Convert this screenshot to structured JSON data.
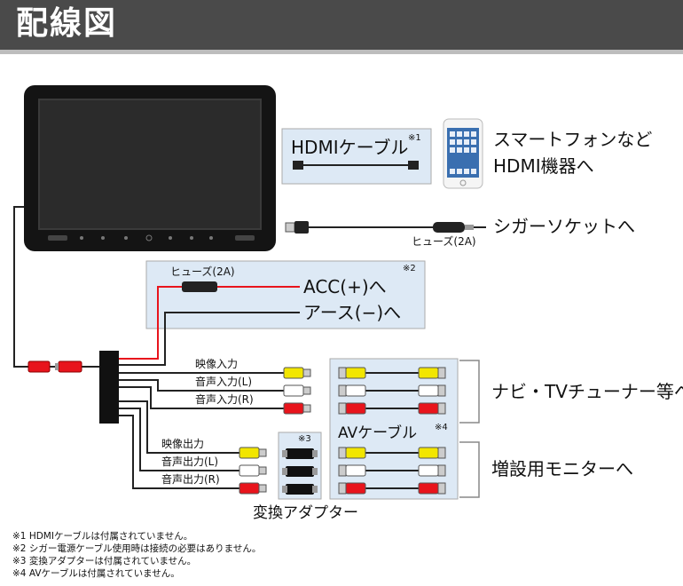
{
  "header": {
    "title": "配線図"
  },
  "hdmi_box": {
    "label": "HDMIケーブル",
    "mark": "※1"
  },
  "smartphone": {
    "line1": "スマートフォンなど",
    "line2": "HDMI機器へ"
  },
  "cigar": {
    "label": "シガーソケットへ",
    "fuse": "ヒューズ(2A)"
  },
  "power_box": {
    "fuse": "ヒューズ(2A)",
    "mark": "※2",
    "acc": "ACC(+)へ",
    "ground": "アース(−)へ"
  },
  "inputs": {
    "video": "映像入力",
    "audio_l": "音声入力(L)",
    "audio_r": "音声入力(R)"
  },
  "outputs": {
    "video": "映像出力",
    "audio_l": "音声出力(L)",
    "audio_r": "音声出力(R)"
  },
  "adapter": {
    "label": "変換アダプター",
    "mark": "※3"
  },
  "av_cable": {
    "label": "AVケーブル",
    "mark": "※4"
  },
  "targets": {
    "navi": "ナビ・TVチューナー等へ",
    "monitor": "増設用モニターへ"
  },
  "notes": [
    "※1 HDMIケーブルは付属されていません。",
    "※2 シガー電源ケーブル使用時は接続の必要はありません。",
    "※3 変換アダプターは付属されていません。",
    "※4 AVケーブルは付属されていません。"
  ],
  "colors": {
    "yellow": "#f2e600",
    "white": "#ffffff",
    "red": "#e8141c",
    "panel": "#dde9f5",
    "cable": "#222222"
  }
}
